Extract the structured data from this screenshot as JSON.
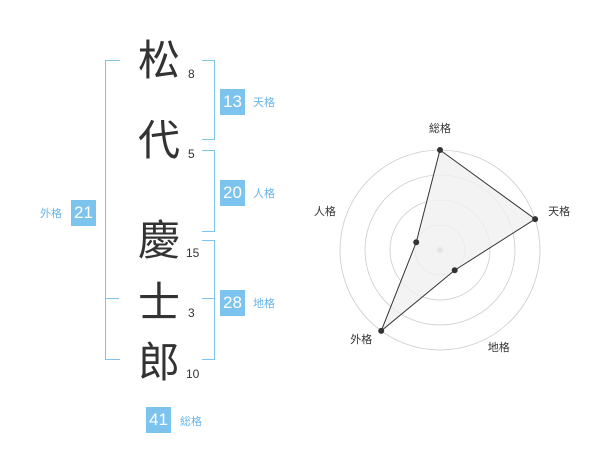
{
  "name_chars": [
    {
      "char": "松",
      "strokes": "8"
    },
    {
      "char": "代",
      "strokes": "5"
    },
    {
      "char": "慶",
      "strokes": "15"
    },
    {
      "char": "士",
      "strokes": "3"
    },
    {
      "char": "郎",
      "strokes": "10"
    }
  ],
  "fortunes": {
    "tenkaku": {
      "label": "天格",
      "value": "13"
    },
    "jinkaku": {
      "label": "人格",
      "value": "20"
    },
    "chikaku": {
      "label": "地格",
      "value": "28"
    },
    "gaikaku": {
      "label": "外格",
      "value": "21"
    },
    "soukaku": {
      "label": "総格",
      "value": "41"
    }
  },
  "chart_data": {
    "type": "radar",
    "axes": [
      "総格",
      "天格",
      "地格",
      "外格",
      "人格"
    ],
    "values": [
      1.0,
      1.0,
      0.25,
      1.0,
      0.25
    ],
    "rings": 4,
    "colors": {
      "fill": "#f0f0f0",
      "line": "#333333",
      "grid": "#cccccc",
      "point": "#333333",
      "center": "#bbbbbb"
    }
  },
  "colors": {
    "accent": "#7cc4ee",
    "label": "#6ab4e6"
  }
}
